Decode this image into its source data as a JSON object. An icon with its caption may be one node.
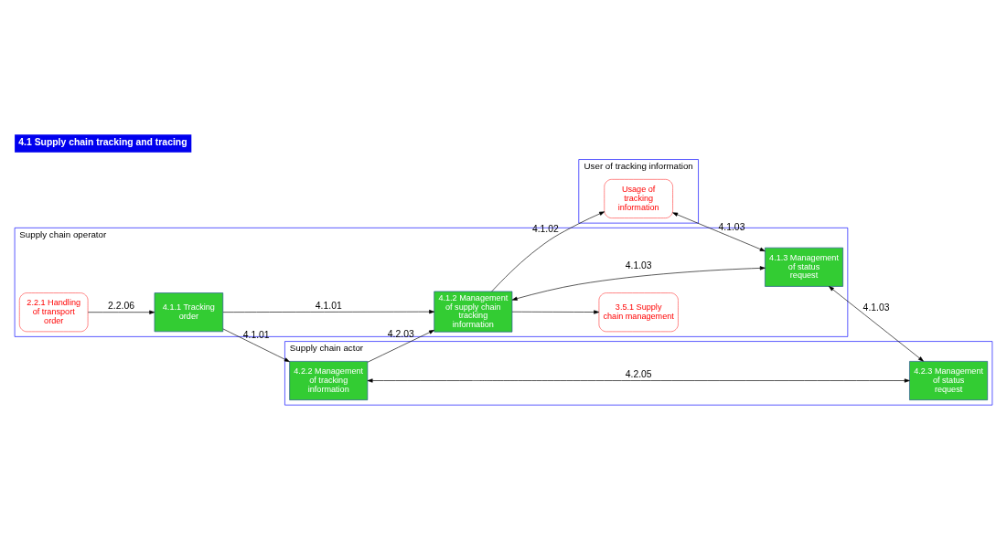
{
  "diagram": {
    "title": "4.1 Supply chain tracking and tracing",
    "nodes": [
      {
        "text": [
          "User of tracking information"
        ]
      },
      {
        "text": [
          "Usage of tracking information"
        ],
        "in": 0
      },
      {
        "text": [
          "Supply chain operator"
        ]
      },
      {
        "text": [
          "2.2.1 Handling of transport order"
        ],
        "in": 2
      },
      {
        "text": [
          "3.5.1 Supply chain management"
        ],
        "in": 2
      },
      {
        "text": [
          "4.1.2 Management of supply chain tracking information"
        ],
        "in": 2
      },
      {
        "text": [
          "4.1.3 Management of status request"
        ],
        "in": 2
      },
      {
        "text": [
          "4.1.1 Tracking order"
        ],
        "in": 2
      },
      {
        "text": [
          "Supply chain actor"
        ]
      },
      {
        "text": [
          "4.2.2 Management of tracking information"
        ],
        "in": 8
      },
      {
        "text": [
          "4.2.3 Management of status request"
        ],
        "in": 8
      }
    ],
    "edges": [
      {
        "from": 3,
        "to": 7,
        "arrow": "to",
        "label": "2.2.06"
      },
      {
        "from": 7,
        "to": 5,
        "arrow": "to",
        "label": "4.1.01"
      },
      {
        "from": 7,
        "to": 9,
        "arrow": "to",
        "label": "4.1.01"
      },
      {
        "from": 5,
        "to": 1,
        "arrow": "to",
        "label": "4.1.02"
      },
      {
        "from": 5,
        "to": 4,
        "arrow": "to"
      },
      {
        "from": 1,
        "to": 6,
        "arrow": "both",
        "label": "4.1.03"
      },
      {
        "from": 5,
        "to": 6,
        "arrow": "both",
        "label": "4.1.03"
      },
      {
        "from": 6,
        "to": 10,
        "arrow": "both",
        "label": "4.1.03"
      },
      {
        "from": 9,
        "to": 5,
        "arrow": "to",
        "label": "4.2.03"
      },
      {
        "from": 9,
        "to": 10,
        "arrow": "both",
        "label": "4.2.05"
      }
    ]
  }
}
